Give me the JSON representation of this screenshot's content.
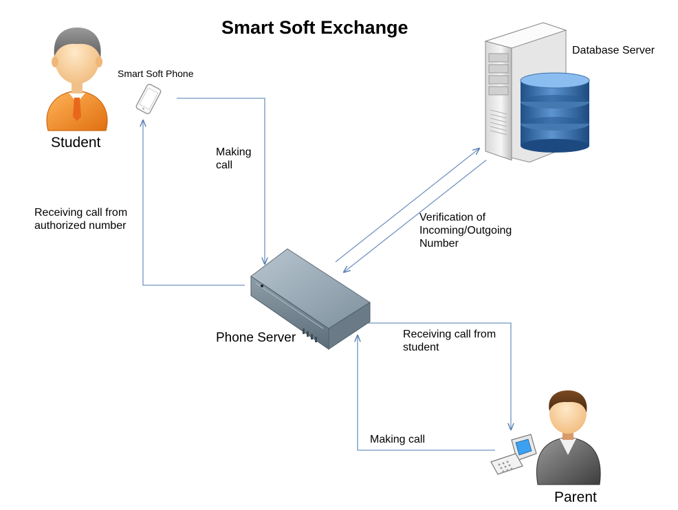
{
  "title": "Smart Soft Exchange",
  "nodes": {
    "student": {
      "label": "Student",
      "icon": "student-person-icon"
    },
    "smart_phone": {
      "label": "Smart Soft Phone",
      "icon": "smartphone-icon"
    },
    "database": {
      "label": "Database Server",
      "icon": "database-server-icon"
    },
    "phone_server": {
      "label": "Phone Server",
      "icon": "rack-server-icon"
    },
    "parent": {
      "label": "Parent",
      "icon": "parent-person-icon",
      "device_icon": "flip-phone-icon"
    }
  },
  "edges": {
    "making_call_1": "Making\ncall",
    "receiving_authorized": "Receiving call from\nauthorized number",
    "verification": "Verification of\nIncoming/Outgoing\nNumber",
    "receiving_student": "Receiving call from\nstudent",
    "making_call_2": "Making call"
  },
  "colors": {
    "arrow": "#6f93bf",
    "student_shirt": "#f08a1c",
    "db_blue": "#3a6fa8",
    "server_gray": "#8a9aa6"
  }
}
